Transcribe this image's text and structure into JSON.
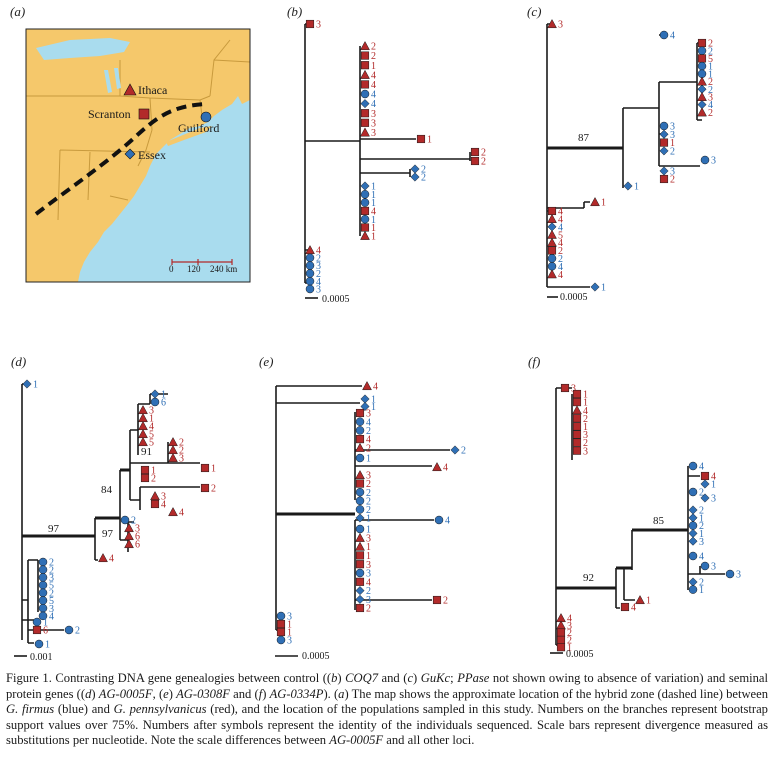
{
  "colors": {
    "red": "#b22a2a",
    "blue": "#2f6fb5",
    "land": "#f5c86b",
    "water": "#a9dcee",
    "border": "#c89a3d"
  },
  "icons": {
    "population_symbols": [
      "square",
      "triangle",
      "circle",
      "diamond"
    ]
  },
  "panels": {
    "a": {
      "letter": "(a)",
      "cities": [
        "Ithaca",
        "Scranton",
        "Guilford",
        "Essex"
      ],
      "scale_ticks": [
        "0",
        "120",
        "240 km"
      ]
    },
    "b": {
      "letter": "(b)",
      "scale": "0.0005"
    },
    "c": {
      "letter": "(c)",
      "scale": "0.0005",
      "bootstrap": "87"
    },
    "d": {
      "letter": "(d)",
      "scale": "0.001",
      "bootstrap": [
        "97",
        "84",
        "91",
        "97"
      ]
    },
    "e": {
      "letter": "(e)",
      "scale": "0.0005"
    },
    "f": {
      "letter": "(f)",
      "scale": "0.0005",
      "bootstrap": [
        "85",
        "92"
      ]
    }
  },
  "caption": [
    {
      "t": "Figure 1. Contrasting DNA gene genealogies between control (("
    },
    {
      "t": "b",
      "i": true
    },
    {
      "t": ") "
    },
    {
      "t": "COQ7",
      "i": true
    },
    {
      "t": " and ("
    },
    {
      "t": "c",
      "i": true
    },
    {
      "t": ") "
    },
    {
      "t": "GuKc",
      "i": true
    },
    {
      "t": "; "
    },
    {
      "t": "PPase",
      "i": true
    },
    {
      "t": " not shown owing to absence of variation) and seminal protein genes (("
    },
    {
      "t": "d",
      "i": true
    },
    {
      "t": ") "
    },
    {
      "t": "AG-0005F",
      "i": true
    },
    {
      "t": ", ("
    },
    {
      "t": "e",
      "i": true
    },
    {
      "t": ") "
    },
    {
      "t": "AG-0308F",
      "i": true
    },
    {
      "t": " and ("
    },
    {
      "t": "f",
      "i": true
    },
    {
      "t": ") "
    },
    {
      "t": "AG-0334P",
      "i": true
    },
    {
      "t": "). ("
    },
    {
      "t": "a",
      "i": true
    },
    {
      "t": ") The map shows the approximate location of the hybrid zone (dashed line) between "
    },
    {
      "t": "G. firmus",
      "i": true
    },
    {
      "t": " (blue) and "
    },
    {
      "t": "G. pennsylvanicus",
      "i": true
    },
    {
      "t": " (red), and the location of the populations sampled in this study. Numbers on the branches represent bootstrap support values over 75%. Numbers after symbols represent the identity of the individuals sequenced. Scale bars represent divergence measured as substitutions per nucleotide. Note the scale differences between "
    },
    {
      "t": "AG-0005F",
      "i": true
    },
    {
      "t": " and all other loci."
    }
  ]
}
